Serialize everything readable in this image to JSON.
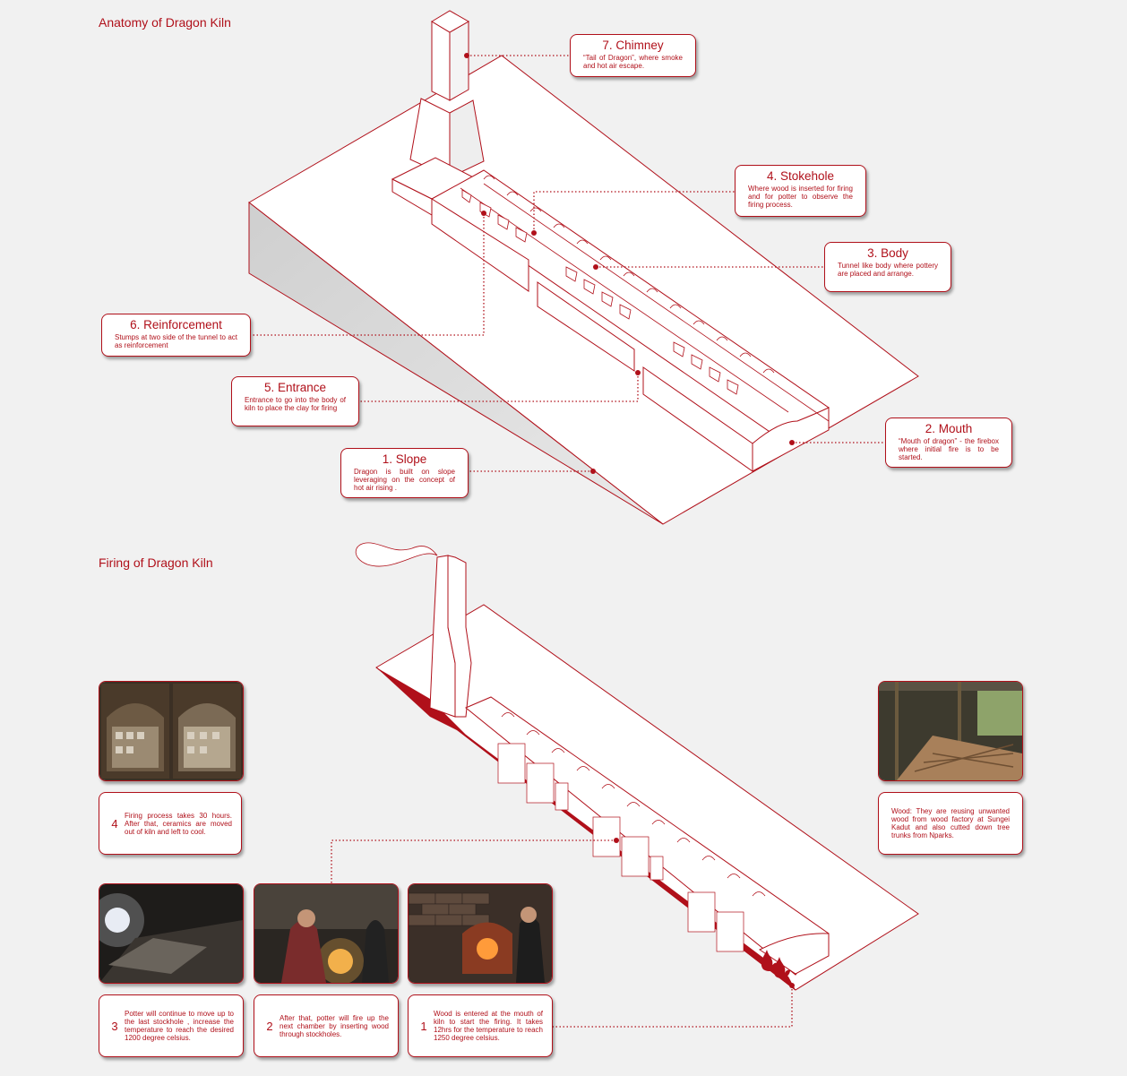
{
  "titles": {
    "anatomy": "Anatomy of Dragon Kiln",
    "firing": "Firing of Dragon Kiln"
  },
  "colors": {
    "accent": "#b0101a",
    "background": "#f1f1f1"
  },
  "anatomy_labels": [
    {
      "heading": "7. Chimney",
      "text": "“Tail of Dragon”, where smoke and hot air escape."
    },
    {
      "heading": "4. Stokehole",
      "text": "Where wood is inserted for firing and for potter to observe the firing process."
    },
    {
      "heading": "3. Body",
      "text": "Tunnel like body where pottery are placed and arrange."
    },
    {
      "heading": "6. Reinforcement",
      "text": "Stumps at two side of the tunnel to act as reinforcement"
    },
    {
      "heading": "5. Entrance",
      "text": "Entrance to go into the body of kiln to place the clay for firing"
    },
    {
      "heading": "2. Mouth",
      "text": "“Mouth of dragon” - the firebox where initial fire is to be started."
    },
    {
      "heading": "1. Slope",
      "text": "Dragon is built on slope leveraging on the concept of hot air rising ."
    }
  ],
  "firing_steps": [
    {
      "number": "4",
      "text": "Firing process takes 30 hours. After that, ceramics are moved out of kiln and left to cool."
    },
    {
      "number": "3",
      "text": "Potter will continue to move up to the last stockhole , increase the temperature to reach the desired 1200 degree celsius."
    },
    {
      "number": "2",
      "text": "After that, potter will fire up the next chamber by inserting wood through stockholes."
    },
    {
      "number": "1",
      "text": "Wood is entered at the mouth of kiln to start the firing. It takes 12hrs for the temperature to reach 1250 degree celsius."
    }
  ],
  "wood_note": {
    "text": "Wood: They are reusing unwanted wood from wood factory at Sungei Kadut and also cutted down tree trunks from Nparks."
  }
}
